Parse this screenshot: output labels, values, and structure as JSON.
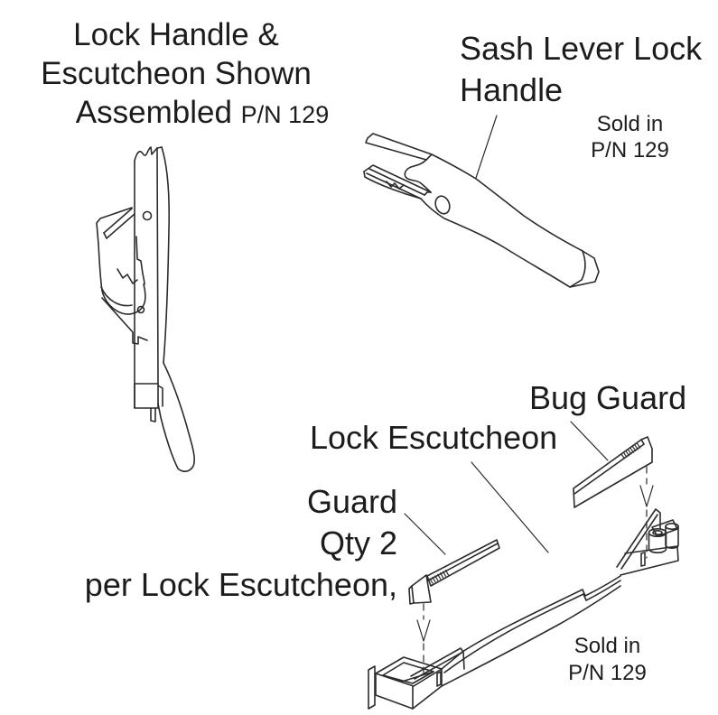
{
  "diagram": {
    "assembled_view": {
      "title_line1": "Lock Handle &",
      "title_line2": "Escutcheon Shown",
      "title_line3": "Assembled",
      "part_number": "P/N 129"
    },
    "sash_handle_view": {
      "title_line1": "Sash Lever Lock",
      "title_line2": "Handle",
      "sold_in_line1": "Sold in",
      "sold_in_line2": "P/N 129"
    },
    "escutcheon_view": {
      "bug_guard_label": "Bug Guard",
      "lock_escutcheon_label": "Lock Escutcheon",
      "guard_label_line1": "Guard",
      "guard_label_line2": "Qty 2",
      "guard_label_line3": "per Lock Escutcheon,",
      "sold_in_line1": "Sold in",
      "sold_in_line2": "P/N 129"
    },
    "colors": {
      "background": "#ffffff",
      "line": "#2b2b2b",
      "text": "#1c1c1c"
    }
  }
}
